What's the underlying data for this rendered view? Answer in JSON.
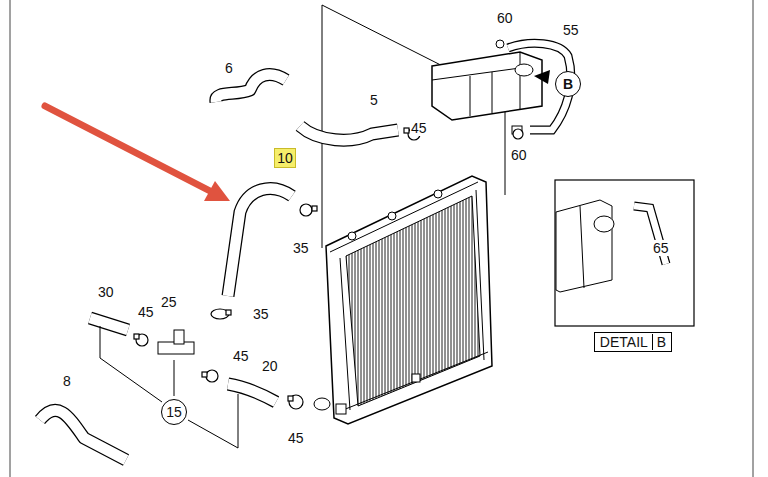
{
  "diagram": {
    "nodes": [
      {
        "text": [
          "B"
        ]
      },
      {
        "text": [
          "10"
        ]
      },
      {
        "text": [
          "DETAIL",
          "B"
        ]
      },
      {
        "text": [
          "15"
        ]
      }
    ],
    "labels": [
      "60",
      "55",
      "6",
      "5",
      "45",
      "60",
      "35",
      "65",
      "30",
      "25",
      "45",
      "35",
      "45",
      "20",
      "8",
      "45"
    ]
  }
}
